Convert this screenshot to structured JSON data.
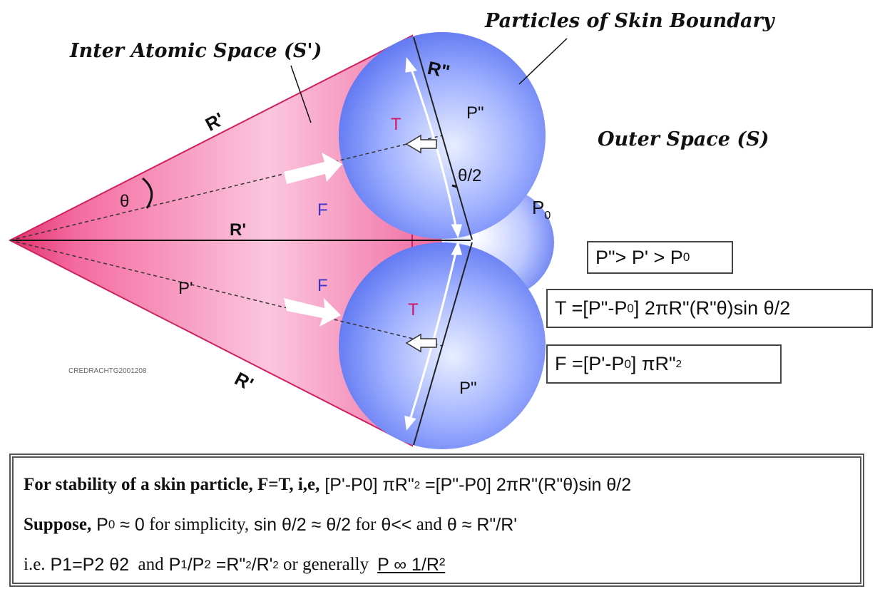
{
  "labels": {
    "inter_atomic_space": "Inter Atomic Space (S')",
    "particles_boundary": "Particles of Skin Boundary",
    "outer_space": "Outer Space (S)",
    "r_prime_upper": "R'",
    "r_prime_mid": "R'",
    "r_prime_lower": "R'",
    "r_double": "R\"",
    "theta": "θ",
    "theta_half": "θ/2",
    "f_upper": "F",
    "f_lower": "F",
    "t_upper": "T",
    "t_lower": "T",
    "p_double_upper": "P\"",
    "p_double_lower": "P\"",
    "p_prime": "P'",
    "p0_main": "P",
    "p0_sub": "0",
    "credit": "CREDRACHTG2001208"
  },
  "boxes": {
    "inequality": {
      "a": "P\"> P' > P",
      "sub": "0"
    },
    "tension": {
      "a": "T =[P\"-P",
      "sub": "0",
      "b": "] 2πR\"(R\"θ)sin θ/2"
    },
    "force": {
      "a": "F =[P'-P",
      "sub": "0",
      "b": "] πR\"",
      "sup": "2"
    }
  },
  "text_block": {
    "line1": {
      "bold": "For stability of a skin particle, F=T, i,e,",
      "a": " [P'-P0] πR\"",
      "sup1": "2",
      "b": " =[P\"-P0] 2πR\"(R\"θ)sin θ/2"
    },
    "line2": {
      "bold": "Suppose,",
      "p": " P",
      "p_sub": "0",
      "approx0": " ≈ 0",
      "t1": " for simplicity,",
      "sin": " sin θ/2 ≈ θ/2",
      "t2": " for",
      "cond": " θ<<",
      "t3": " and",
      "eq": " θ ≈ R\"/R'"
    },
    "line3": {
      "ie": "i.e.",
      "eq1": " P1=P2 θ2",
      "and": "  and",
      "p1": " P",
      "p1_sub": "1",
      "slash": "/P",
      "p2_sub": "2",
      "ratio": " =R\"",
      "sup_a": "2",
      "ratio2": "/R'",
      "sup_b": "2",
      "general": " or generally",
      "prop": "P ∞ 1/R²"
    }
  }
}
